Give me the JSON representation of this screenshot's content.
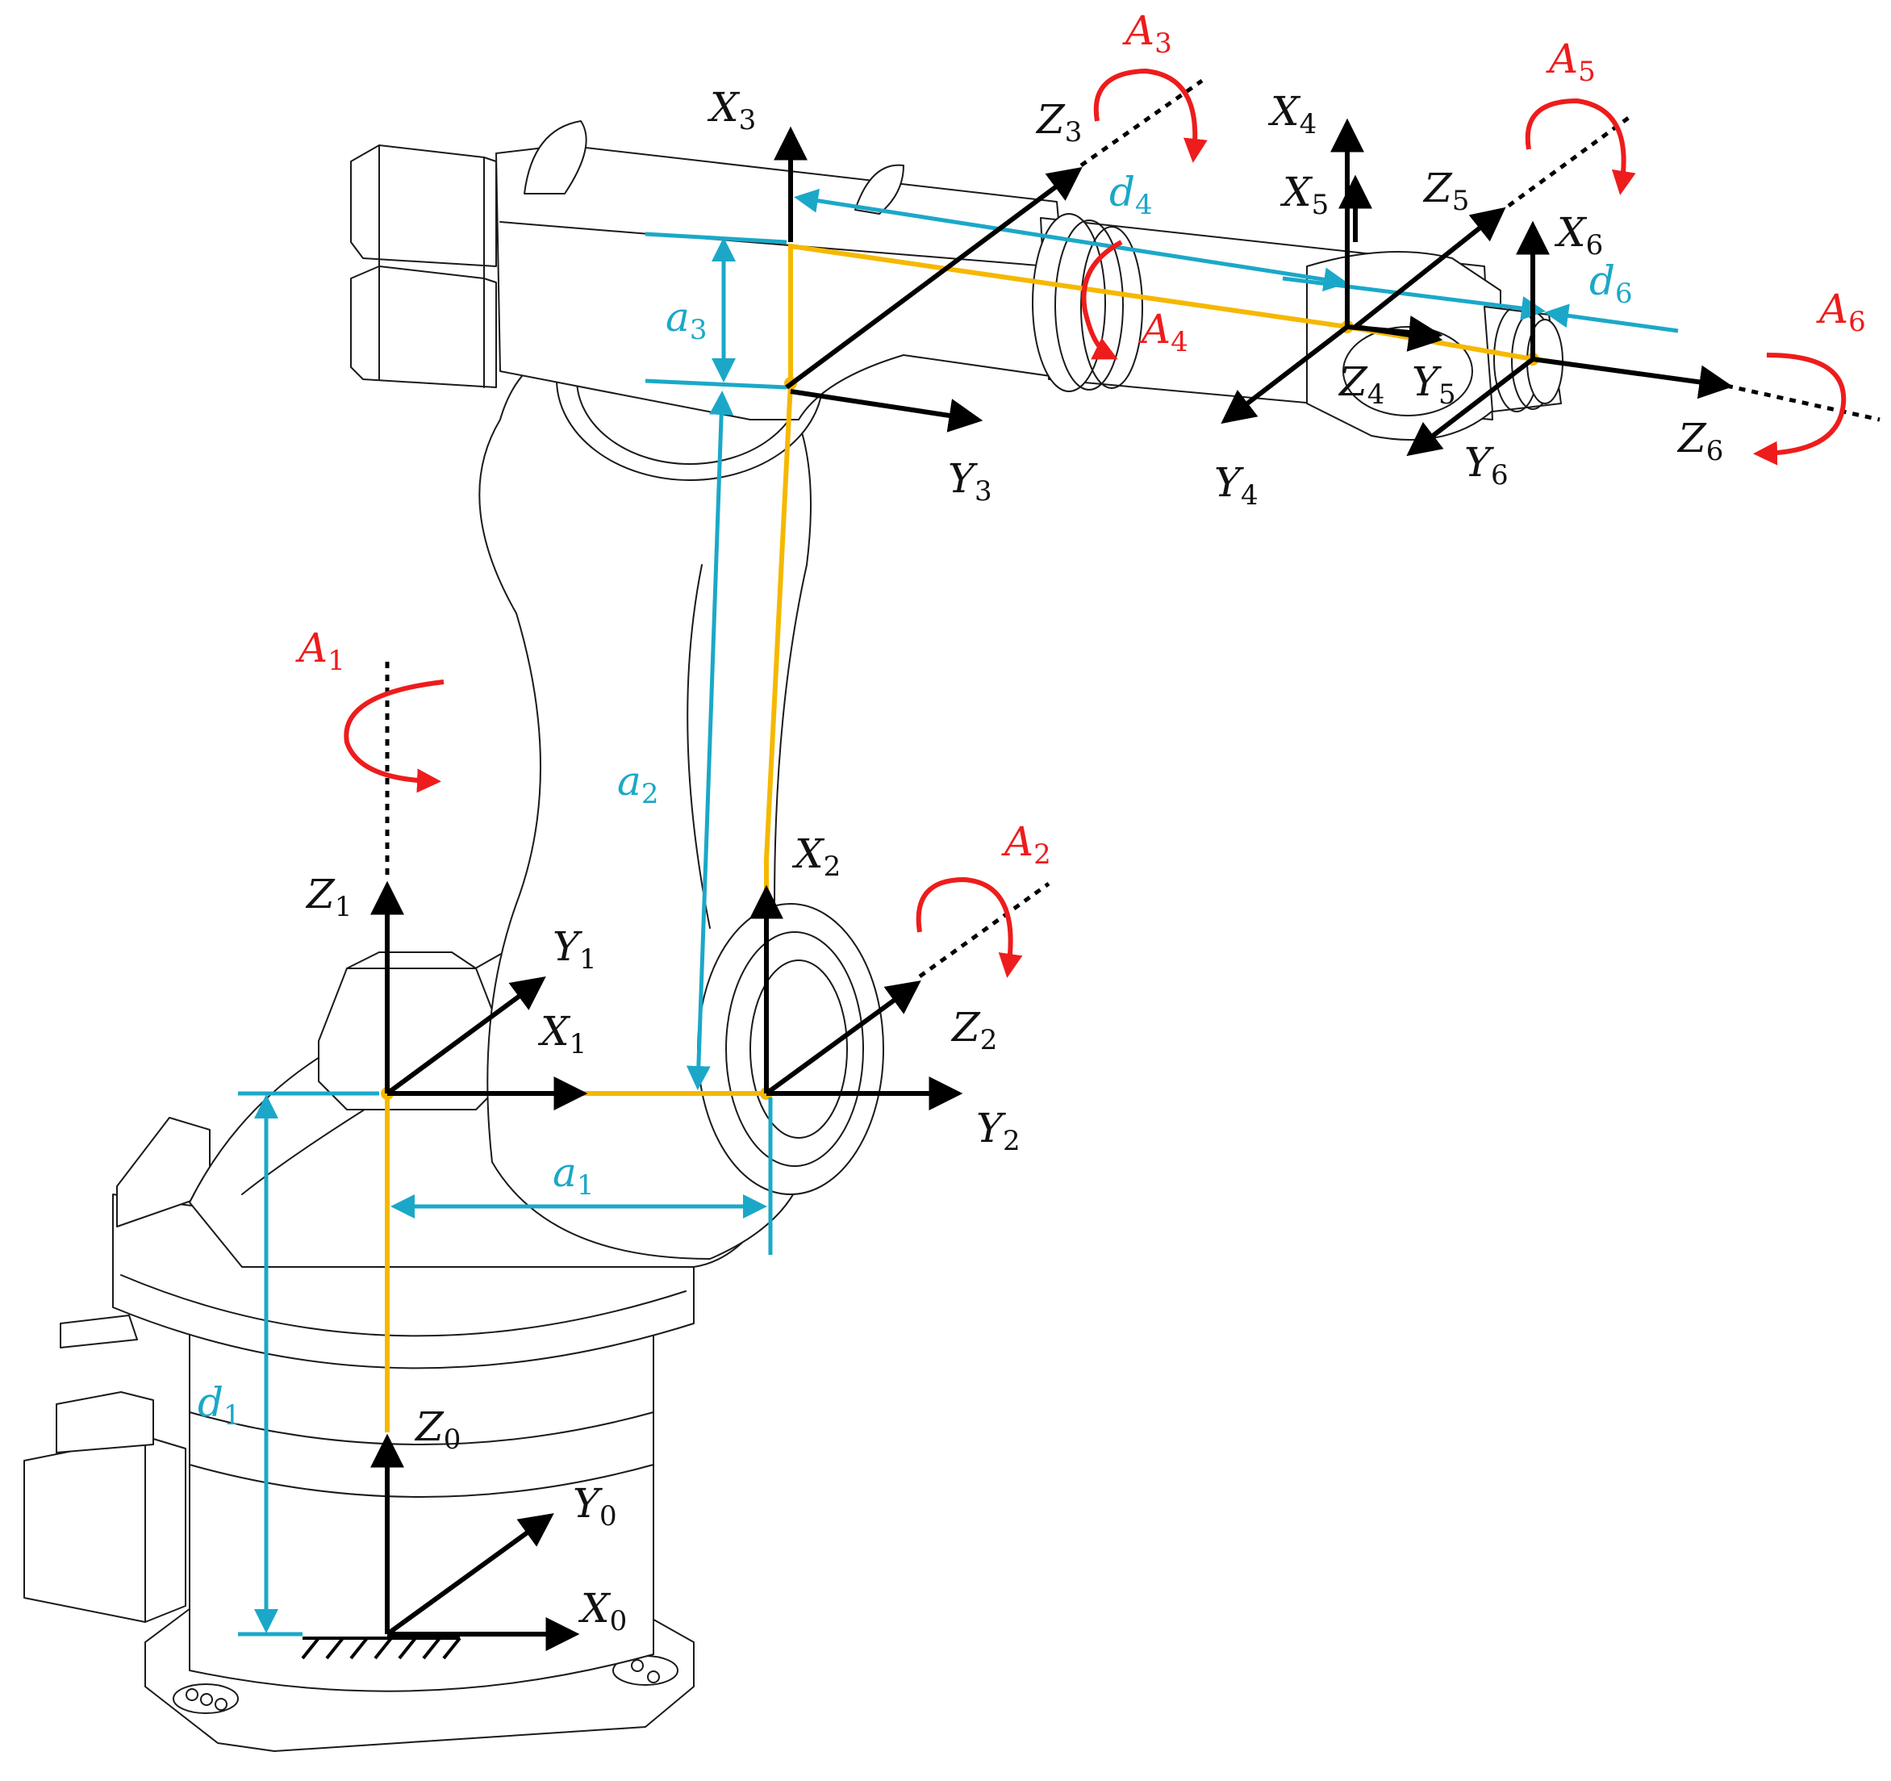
{
  "frames": {
    "z0": {
      "var": "Z",
      "sub": "0"
    },
    "y0": {
      "var": "Y",
      "sub": "0"
    },
    "x0": {
      "var": "X",
      "sub": "0"
    },
    "z1": {
      "var": "Z",
      "sub": "1"
    },
    "y1": {
      "var": "Y",
      "sub": "1"
    },
    "x1": {
      "var": "X",
      "sub": "1"
    },
    "x2": {
      "var": "X",
      "sub": "2"
    },
    "z2": {
      "var": "Z",
      "sub": "2"
    },
    "y2": {
      "var": "Y",
      "sub": "2"
    },
    "x3": {
      "var": "X",
      "sub": "3"
    },
    "z3": {
      "var": "Z",
      "sub": "3"
    },
    "y3": {
      "var": "Y",
      "sub": "3"
    },
    "x4": {
      "var": "X",
      "sub": "4"
    },
    "z4": {
      "var": "Z",
      "sub": "4"
    },
    "y4": {
      "var": "Y",
      "sub": "4"
    },
    "x5": {
      "var": "X",
      "sub": "5"
    },
    "z5": {
      "var": "Z",
      "sub": "5"
    },
    "y5": {
      "var": "Y",
      "sub": "5"
    },
    "x6": {
      "var": "X",
      "sub": "6"
    },
    "z6": {
      "var": "Z",
      "sub": "6"
    },
    "y6": {
      "var": "Y",
      "sub": "6"
    }
  },
  "joints": {
    "a1": {
      "var": "A",
      "sub": "1"
    },
    "a2": {
      "var": "A",
      "sub": "2"
    },
    "a3": {
      "var": "A",
      "sub": "3"
    },
    "a4": {
      "var": "A",
      "sub": "4"
    },
    "a5": {
      "var": "A",
      "sub": "5"
    },
    "a6": {
      "var": "A",
      "sub": "6"
    }
  },
  "dimensions": {
    "d1": {
      "var": "d",
      "sub": "1"
    },
    "a1": {
      "var": "a",
      "sub": "1"
    },
    "a2": {
      "var": "a",
      "sub": "2"
    },
    "a3": {
      "var": "a",
      "sub": "3"
    },
    "d4": {
      "var": "d",
      "sub": "4"
    },
    "d6": {
      "var": "d",
      "sub": "6"
    }
  },
  "colors": {
    "axis": "#000000",
    "link": "#f5b800",
    "dimension": "#1ba8c8",
    "rotation": "#ee1c1c"
  }
}
